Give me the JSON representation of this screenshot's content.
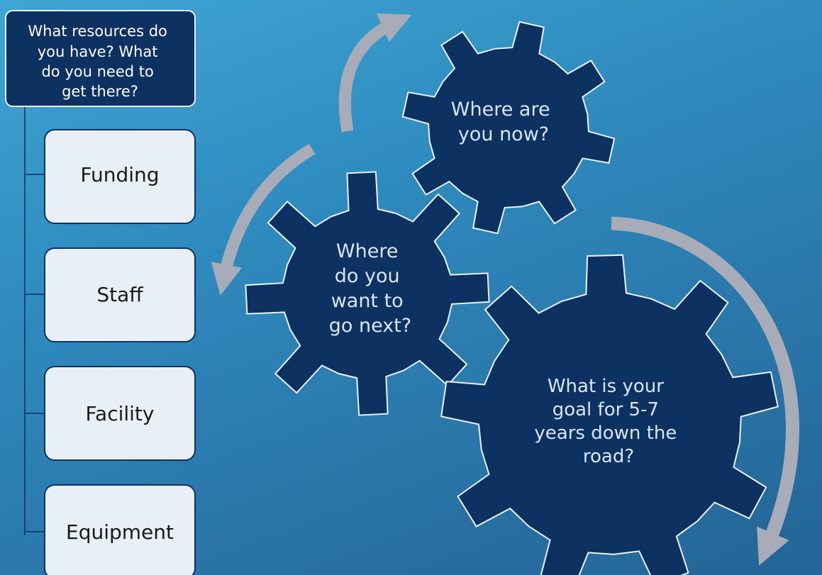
{
  "resources": {
    "header": [
      "What resources do",
      "you have? What",
      "do you need to",
      "get there?"
    ],
    "items": [
      "Funding",
      "Staff",
      "Facility",
      "Equipment"
    ]
  },
  "gears": {
    "now": [
      "Where are",
      "you now?"
    ],
    "next": [
      "Where",
      "do you",
      "want to",
      "go next?"
    ],
    "goal": [
      "What is your",
      "goal for 5-7",
      "years down the",
      "road?"
    ]
  },
  "colors": {
    "gear_fill": "#0d3160",
    "gear_stroke": "#e8f1f8",
    "gear_text": "#d7e6f3",
    "arrow": "#a8acb8",
    "box_fill": "#e9eff7",
    "box_stroke": "#0d3160",
    "header_fill": "#0d3160"
  }
}
